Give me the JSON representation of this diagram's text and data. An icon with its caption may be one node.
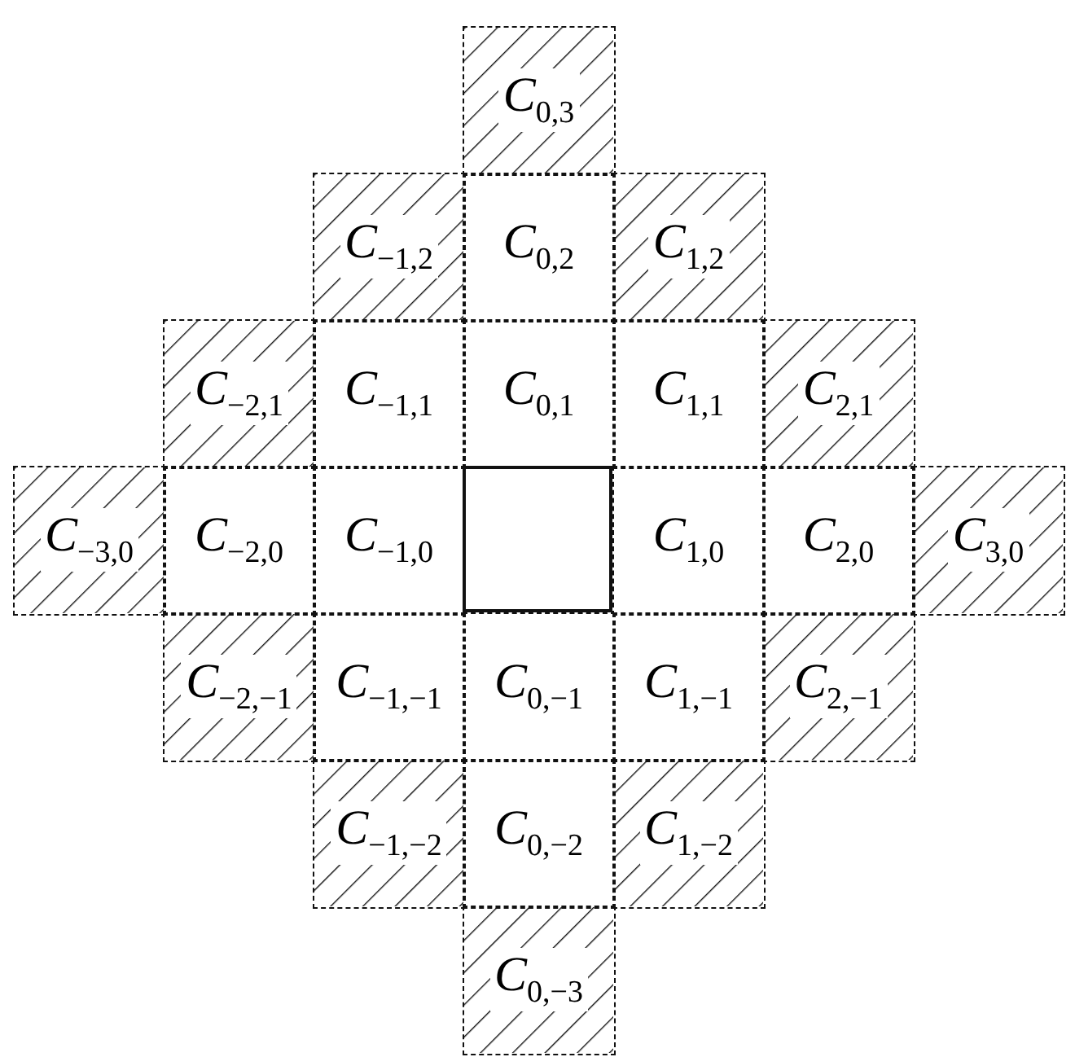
{
  "diagram": {
    "nodes": [
      {
        "text": [
          "C$_{0,3}$"
        ]
      },
      {
        "text": [
          "C$_{−1,2}$"
        ]
      },
      {
        "text": [
          "C$_{0,2}$"
        ]
      },
      {
        "text": [
          "C$_{1,2}$"
        ]
      },
      {
        "text": [
          "C$_{−2,1}$"
        ]
      },
      {
        "text": [
          "C$_{−1,1}$"
        ]
      },
      {
        "text": [
          "C$_{0,1}$"
        ]
      },
      {
        "text": [
          "C$_{1,1}$"
        ]
      },
      {
        "text": [
          "C$_{2,1}$"
        ]
      },
      {
        "text": [
          "C$_{−3,0}$"
        ]
      },
      {
        "text": [
          "C$_{−2,0}$"
        ]
      },
      {
        "text": [
          "C$_{−1,0}$"
        ]
      },
      {
        "text": [],
        "shape": "box"
      },
      {
        "text": [
          "C$_{1,0}$"
        ]
      },
      {
        "text": [
          "C$_{2,0}$"
        ]
      },
      {
        "text": [
          "C$_{3,0}$"
        ]
      },
      {
        "text": [
          "C$_{−2,−1}$"
        ]
      },
      {
        "text": [
          "C$_{−1,−1}$"
        ]
      },
      {
        "text": [
          "C$_{0,−1}$"
        ]
      },
      {
        "text": [
          "C$_{1,−1}$"
        ]
      },
      {
        "text": [
          "C$_{2,−1}$"
        ]
      },
      {
        "text": [
          "C$_{−1,−2}$"
        ]
      },
      {
        "text": [
          "C$_{0,−2}$"
        ]
      },
      {
        "text": [
          "C$_{1,−2}$"
        ]
      },
      {
        "text": [
          "C$_{0,−3}$"
        ]
      }
    ]
  }
}
